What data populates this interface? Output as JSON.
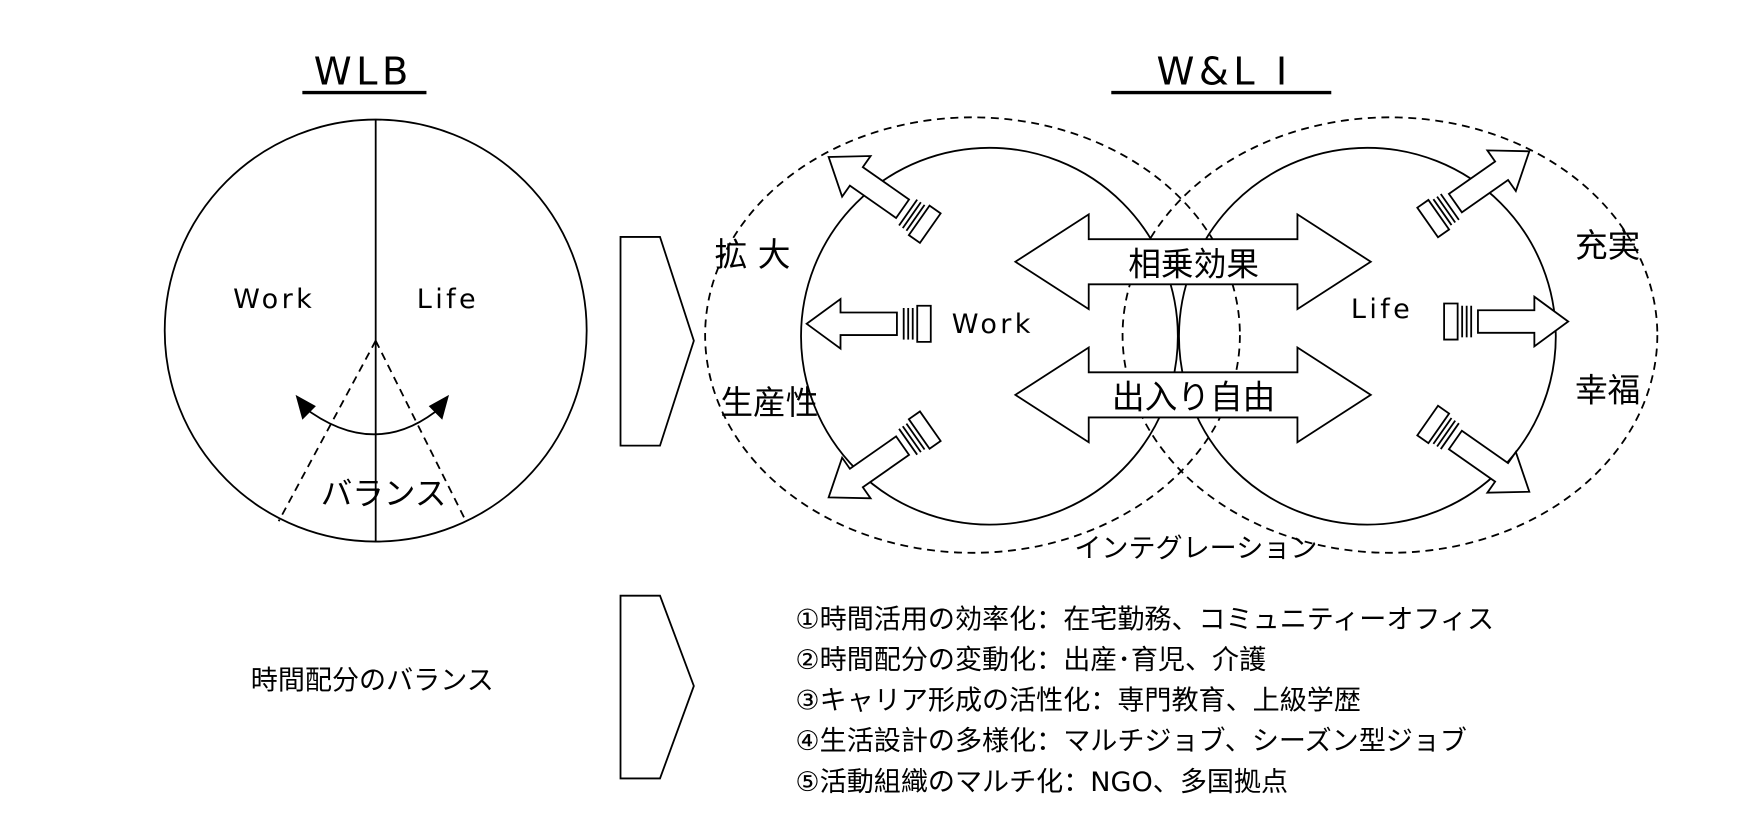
{
  "left_panel": {
    "title": "WLB",
    "work_label": "Work",
    "life_label": "Life",
    "balance_label": "バランス",
    "caption": "時間配分のバランス"
  },
  "right_panel": {
    "title": "W&L I",
    "work_label": "Work",
    "life_label": "Life",
    "synergy_label": "相乗効果",
    "free_flow_label": "出入り自由",
    "expansion_label": "拡 大",
    "productivity_label": "生産性",
    "fulfillment_label": "充実",
    "happiness_label": "幸福",
    "integration_label": "インテグレーション"
  },
  "list": [
    "①時間活用の効率化：在宅勤務、コミュニティーオフィス",
    "②時間配分の変動化：出産･育児、介護",
    "③キャリア形成の活性化：専門教育、上級学歴",
    "④生活設計の多様化：マルチジョブ、シーズン型ジョブ",
    "⑤活動組織のマルチ化：NGO、多国拠点"
  ]
}
